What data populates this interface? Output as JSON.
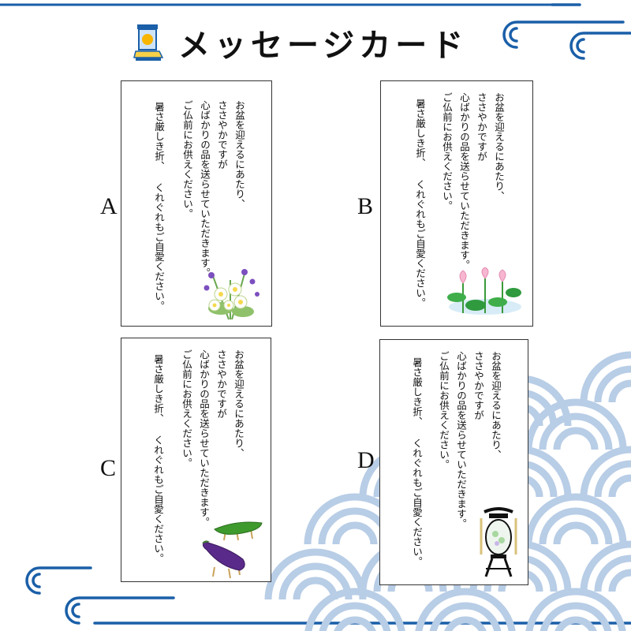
{
  "header": {
    "title": "メッセージカード",
    "icon": "lantern-icon"
  },
  "cards": [
    {
      "label": "A",
      "main_lines": [
        "お盆を迎えるにあたり、",
        "ささやかですが",
        "心ばかりの品を送らせていただきます。",
        "ご仏前にお供えください。"
      ],
      "closing": "暑さ厳しき折、 くれぐれもご自愛ください。",
      "illustration": "flower-bouquet-icon"
    },
    {
      "label": "B",
      "main_lines": [
        "お盆を迎えるにあたり、",
        "ささやかですが",
        "心ばかりの品を送らせていただきます。",
        "ご仏前にお供えください。"
      ],
      "closing": "暑さ厳しき折、 くれぐれもご自愛ください。",
      "illustration": "lotus-icon"
    },
    {
      "label": "C",
      "main_lines": [
        "お盆を迎えるにあたり、",
        "ささやかですが",
        "心ばかりの品を送らせていただきます。",
        "ご仏前にお供えください。"
      ],
      "closing": "暑さ厳しき折、 くれぐれもご自愛ください。",
      "illustration": "cucumber-eggplant-horse-icon"
    },
    {
      "label": "D",
      "main_lines": [
        "お盆を迎えるにあたり、",
        "ささやかですが",
        "心ばかりの品を送らせていただきます。",
        "ご仏前にお供えください。"
      ],
      "closing": "暑さ厳しき折、 くれぐれもご自愛ください。",
      "illustration": "bon-lantern-icon"
    }
  ],
  "colors": {
    "wave_dark": "#1a5fa8",
    "wave_light": "#b8cde6",
    "text": "#111111",
    "border": "#333333"
  }
}
